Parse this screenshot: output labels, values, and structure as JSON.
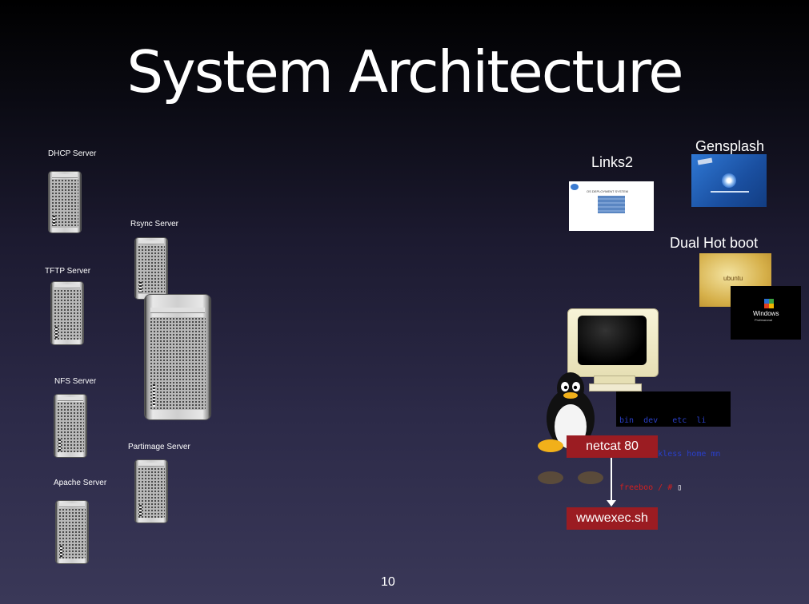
{
  "slide": {
    "title": "System Architecture",
    "page_number": "10"
  },
  "servers": {
    "dhcp": "DHCP Server",
    "tftp": "TFTP Server",
    "nfs": "NFS Server",
    "apache": "Apache Server",
    "rsync": "Rsync  Server",
    "partimage": "Partimage Server"
  },
  "client": {
    "links2_label": "Links2",
    "gensplash_label": "Gensplash",
    "dual_boot_label": "Dual  Hot boot",
    "netcat_label": "netcat 80",
    "wwwexec_label": "wwwexec.sh",
    "terminal": {
      "line1": "bin  dev   etc  li",
      "line2": "boot diskless home mn",
      "prompt": "freeboo / # ",
      "cursor": "▯"
    },
    "ubuntu_text": "ubuntu",
    "windows_text": "Windows",
    "windows_edition": "Professional",
    "links2_screen_title": "OS DEPLOYMENT SYSTEM"
  },
  "colors": {
    "accent_red": "#9b1c22",
    "terminal_blue": "#2a3fc8",
    "terminal_red": "#d02020",
    "gensplash_blue": "#1f5fb8"
  }
}
